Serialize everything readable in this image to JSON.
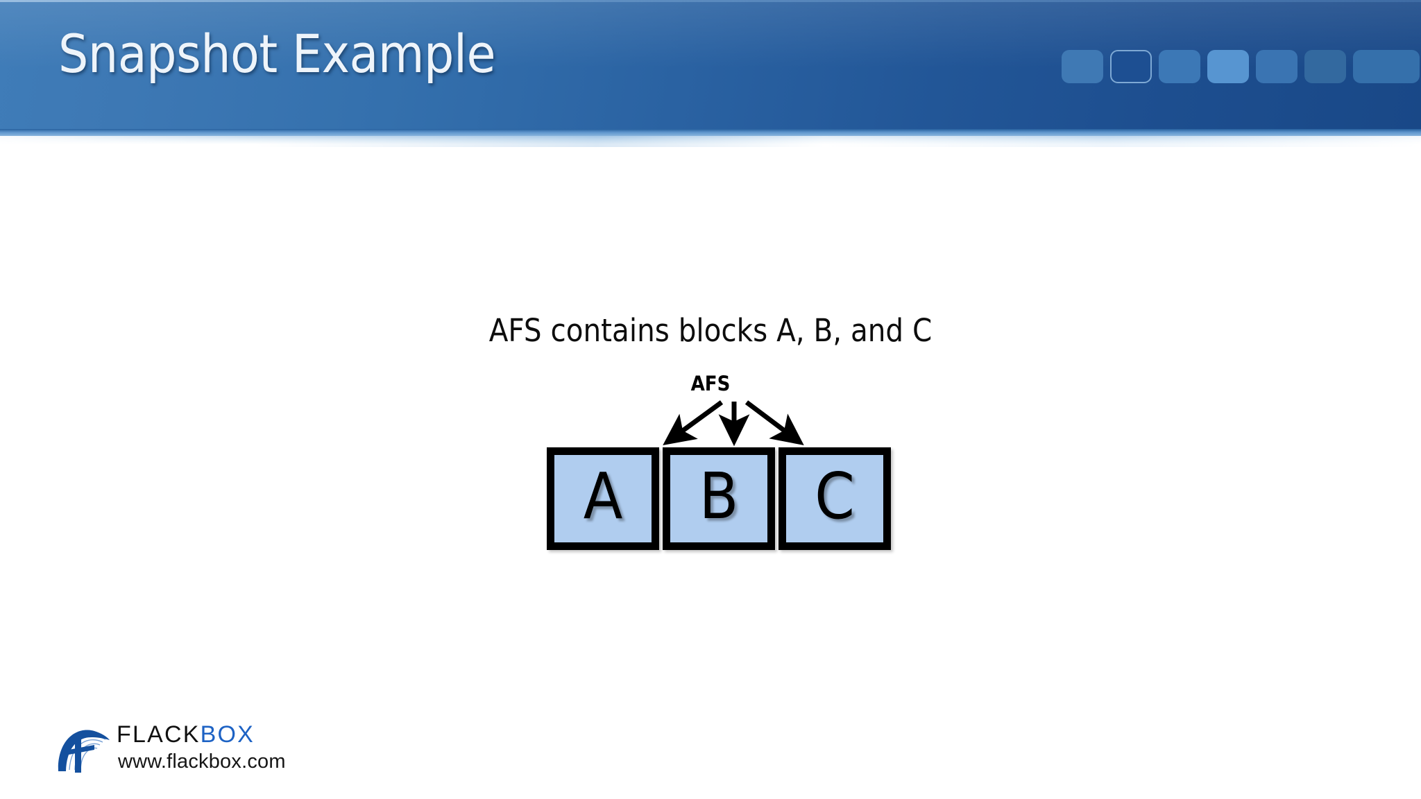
{
  "slide": {
    "title": "Snapshot Example",
    "background_color": "#ffffff"
  },
  "header": {
    "gradient_from": "#3f7cb8",
    "gradient_to": "#194887",
    "title_color": "#eef4fa",
    "decorative_squares": [
      {
        "name": "deco-square-1",
        "fill": "#3f79b4",
        "border": "none",
        "style": "solid"
      },
      {
        "name": "deco-square-2",
        "fill": "#1d4f92",
        "border": "#7ea9d4",
        "style": "outline"
      },
      {
        "name": "deco-square-3",
        "fill": "#3c78b6",
        "border": "none",
        "style": "solid"
      },
      {
        "name": "deco-square-4",
        "fill": "#5795d1",
        "border": "none",
        "style": "solid"
      },
      {
        "name": "deco-square-5",
        "fill": "#3a74b2",
        "border": "none",
        "style": "solid"
      },
      {
        "name": "deco-square-6",
        "fill": "#33699f",
        "border": "none",
        "style": "solid"
      },
      {
        "name": "deco-square-7",
        "fill": "#3570ab",
        "border": "none",
        "style": "solid"
      }
    ]
  },
  "content": {
    "caption": "AFS contains blocks A, B, and C",
    "pointer_label": "AFS",
    "blocks": [
      {
        "letter": "A",
        "fill": "#b0cdef",
        "border_color": "#000000"
      },
      {
        "letter": "B",
        "fill": "#b0cdef",
        "border_color": "#000000"
      },
      {
        "letter": "C",
        "fill": "#b0cdef",
        "border_color": "#000000"
      }
    ],
    "arrows": [
      {
        "name": "arrow-to-block-a",
        "direction": "down-left",
        "target": "A"
      },
      {
        "name": "arrow-to-block-b",
        "direction": "down",
        "target": "B"
      },
      {
        "name": "arrow-to-block-c",
        "direction": "down-right",
        "target": "C"
      }
    ]
  },
  "logo": {
    "word_primary": "FLACK",
    "word_secondary": "BOX",
    "url": "www.flackbox.com",
    "primary_color": "#111111",
    "secondary_color": "#1d62c4",
    "mark_color": "#14509e"
  }
}
